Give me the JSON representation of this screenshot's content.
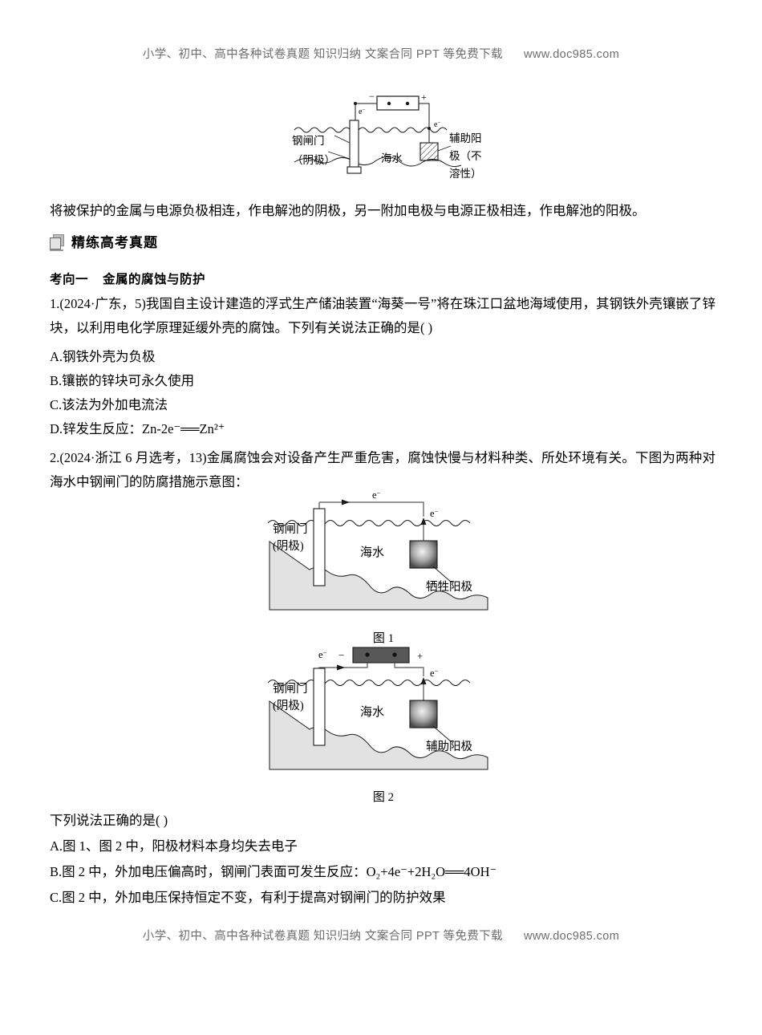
{
  "watermark": {
    "text": "小学、初中、高中各种试卷真题 知识归纳 文案合同 PPT 等免费下载",
    "url": "www.doc985.com"
  },
  "lead_paragraph": "将被保护的金属与电源负极相连，作电解池的阴极，另一附加电极与电源正极相连，作电解池的阳极。",
  "section": {
    "icon": "documents-stack-icon",
    "title": "精练高考真题"
  },
  "kaoxiang": {
    "label": "考向一",
    "name": "金属的腐蚀与防护"
  },
  "question1": {
    "stem": "1.(2024·广东，5)我国自主设计建造的浮式生产储油装置“海葵一号”将在珠江口盆地海域使用，其钢铁外壳镶嵌了锌块，以利用电化学原理延缓外壳的腐蚀。下列有关说法正确的是(      )",
    "options": [
      "A.钢铁外壳为负极",
      "B.镶嵌的锌块可永久使用",
      "C.该法为外加电流法",
      "D.锌发生反应："
    ],
    "option_d_equation": "Zn-2e⁻══Zn²⁺"
  },
  "question2": {
    "stem": "2.(2024·浙江 6 月选考，13)金属腐蚀会对设备产生严重危害，腐蚀快慢与材料种类、所处环境有关。下图为两种对海水中钢闸门的防腐措施示意图：",
    "tail": "下列说法正确的是(      )",
    "options": [
      "A.图 1、图 2 中，阳极材料本身均失去电子",
      "B.图 2 中，外加电压偏高时，钢闸门表面可发生反应：",
      "C.图 2 中，外加电压保持恒定不变，有利于提高对钢闸门的防护效果"
    ],
    "option_b_equation": "O₂+4e⁻+2H₂O══4OH⁻"
  },
  "figure_top": {
    "name": "impressed-current-protection-diagram",
    "labels": {
      "cathode": "钢闸门",
      "cathode_sub": "（阴极）",
      "seawater": "海水",
      "anode_line1": "辅助阳",
      "anode_line2": "极（不",
      "anode_line3": "溶性）",
      "electron_left": "e⁻",
      "electron_right": "e⁻",
      "terminal_neg": "−",
      "terminal_pos": "+"
    }
  },
  "figure_1": {
    "name": "sacrificial-anode-diagram",
    "caption": "图 1",
    "labels": {
      "cathode_line1": "钢闸门",
      "cathode_line2": "(阴极)",
      "seawater": "海水",
      "anode": "牺牲阳极",
      "electron_top": "e⁻",
      "electron_right": "e⁻"
    }
  },
  "figure_2": {
    "name": "impressed-current-gate-diagram",
    "caption": "图 2",
    "labels": {
      "cathode_line1": "钢闸门",
      "cathode_line2": "(阴极)",
      "seawater": "海水",
      "anode": "辅助阳极",
      "electron_left": "e⁻",
      "electron_right": "e⁻",
      "terminal_neg": "−",
      "terminal_pos": "+"
    }
  },
  "colors": {
    "ground_fill": "#e2e2e2",
    "battery_fill": "#585858",
    "line": "#1a1a1a",
    "watermark_text": "#6d6d6d"
  }
}
